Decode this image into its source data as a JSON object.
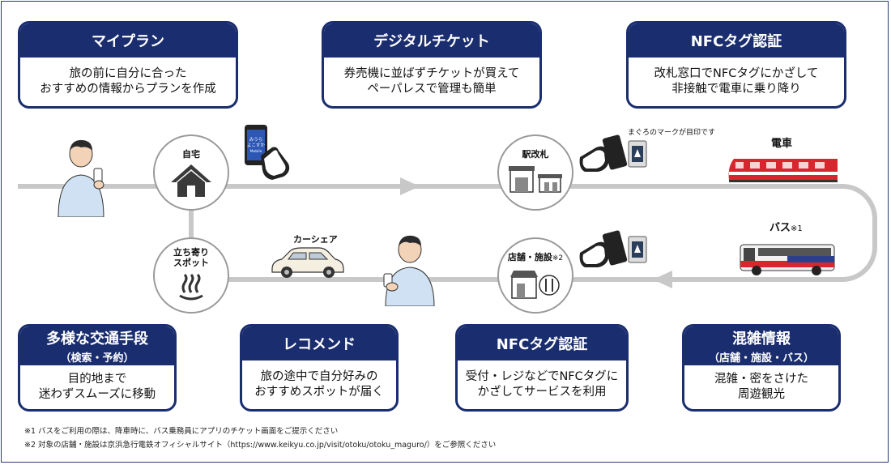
{
  "cards": {
    "myplan": {
      "title": "マイプラン",
      "line1": "旅の前に自分に合った",
      "line2": "おすすめの情報からプランを作成"
    },
    "digital_ticket": {
      "title": "デジタルチケット",
      "line1": "券売機に並ばずチケットが買えて",
      "line2": "ペーパレスで管理も簡単"
    },
    "nfc_top": {
      "title": "NFCタグ認証",
      "line1": "改札窓口でNFCタグにかざして",
      "line2": "非接触で電車に乗り降り"
    },
    "multimodal": {
      "title": "多様な交通手段",
      "subtitle": "（検索・予約）",
      "line1": "目的地まで",
      "line2": "迷わずスムーズに移動"
    },
    "recommend": {
      "title": "レコメンド",
      "line1": "旅の途中で自分好みの",
      "line2": "おすすめスポットが届く"
    },
    "nfc_bottom": {
      "title": "NFCタグ認証",
      "line1": "受付・レジなどでNFCタグに",
      "line2": "かざしてサービスを利用"
    },
    "congestion": {
      "title": "混雑情報",
      "subtitle": "（店舗・施設・バス）",
      "line1": "混雑・密をさけた",
      "line2": "周遊観光"
    }
  },
  "nodes": {
    "home": "自宅",
    "station_gate": "駅改札",
    "stopover_line1": "立ち寄り",
    "stopover_line2": "スポット",
    "shop_facility": "店舗・施設",
    "shop_note": "※2"
  },
  "labels": {
    "train": "電車",
    "bus": "バス",
    "bus_note": "※1",
    "car_share": "カーシェア",
    "maguro_mark": "まぐろのマークが目印です",
    "phone_screen_1": "みうら",
    "phone_screen_2": "よこすか",
    "phone_screen_3": "Mobile"
  },
  "footnotes": {
    "note1": "※1 バスをご利用の際は、降車時に、バス乗務員にアプリのチケット画面をご提示ください",
    "note2": "※2 対象の店舗・施設は京浜急行電鉄オフィシャルサイト（https://www.keikyu.co.jp/visit/otoku/otoku_maguro/）をご参照ください"
  },
  "colors": {
    "navy": "#1a2d6e",
    "track": "#c8c8c8",
    "train_red": "#d8262e",
    "bus_blue": "#2c3f8c"
  }
}
